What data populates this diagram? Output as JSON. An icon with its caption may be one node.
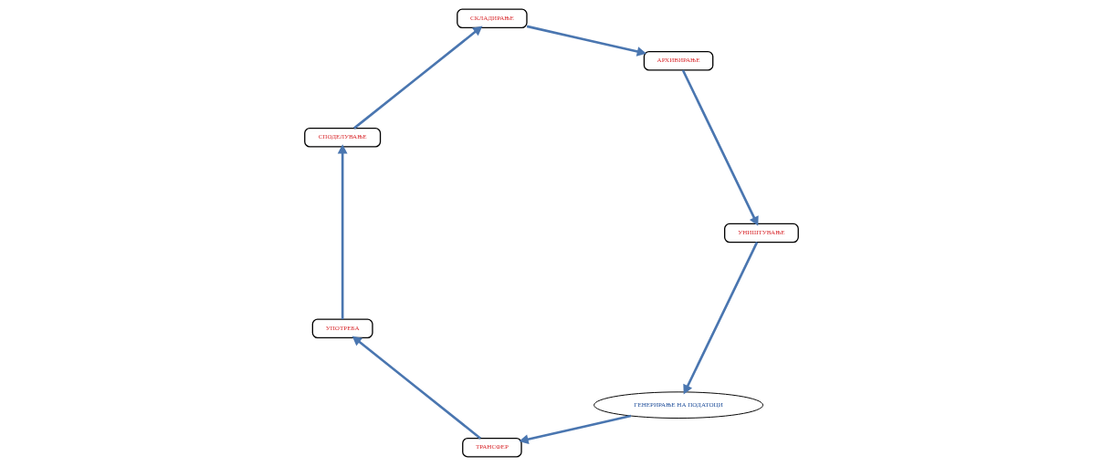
{
  "diagram": {
    "nodes": [
      {
        "text": [
          "ГЕНЕРИРАЊЕ НА ПОДАТОЦИ"
        ]
      },
      {
        "text": [
          "ТРАНСФЕР"
        ]
      },
      {
        "text": [
          "УПОТРЕБА"
        ]
      },
      {
        "text": [
          "СПОДЕЛУВАЊЕ"
        ]
      },
      {
        "text": [
          "СКЛАДИРАЊЕ"
        ]
      },
      {
        "text": [
          "АРХИВИРАЊЕ"
        ]
      },
      {
        "text": [
          "УНИШТУВАЊЕ"
        ]
      }
    ],
    "edges": [
      {
        "from": 0,
        "to": 1,
        "arrow": "to"
      },
      {
        "from": 1,
        "to": 2,
        "arrow": "to"
      },
      {
        "from": 2,
        "to": 3,
        "arrow": "to"
      },
      {
        "from": 3,
        "to": 4,
        "arrow": "to"
      },
      {
        "from": 4,
        "to": 5,
        "arrow": "to"
      },
      {
        "from": 5,
        "to": 6,
        "arrow": "to"
      },
      {
        "from": 6,
        "to": 0,
        "arrow": "to"
      }
    ]
  }
}
